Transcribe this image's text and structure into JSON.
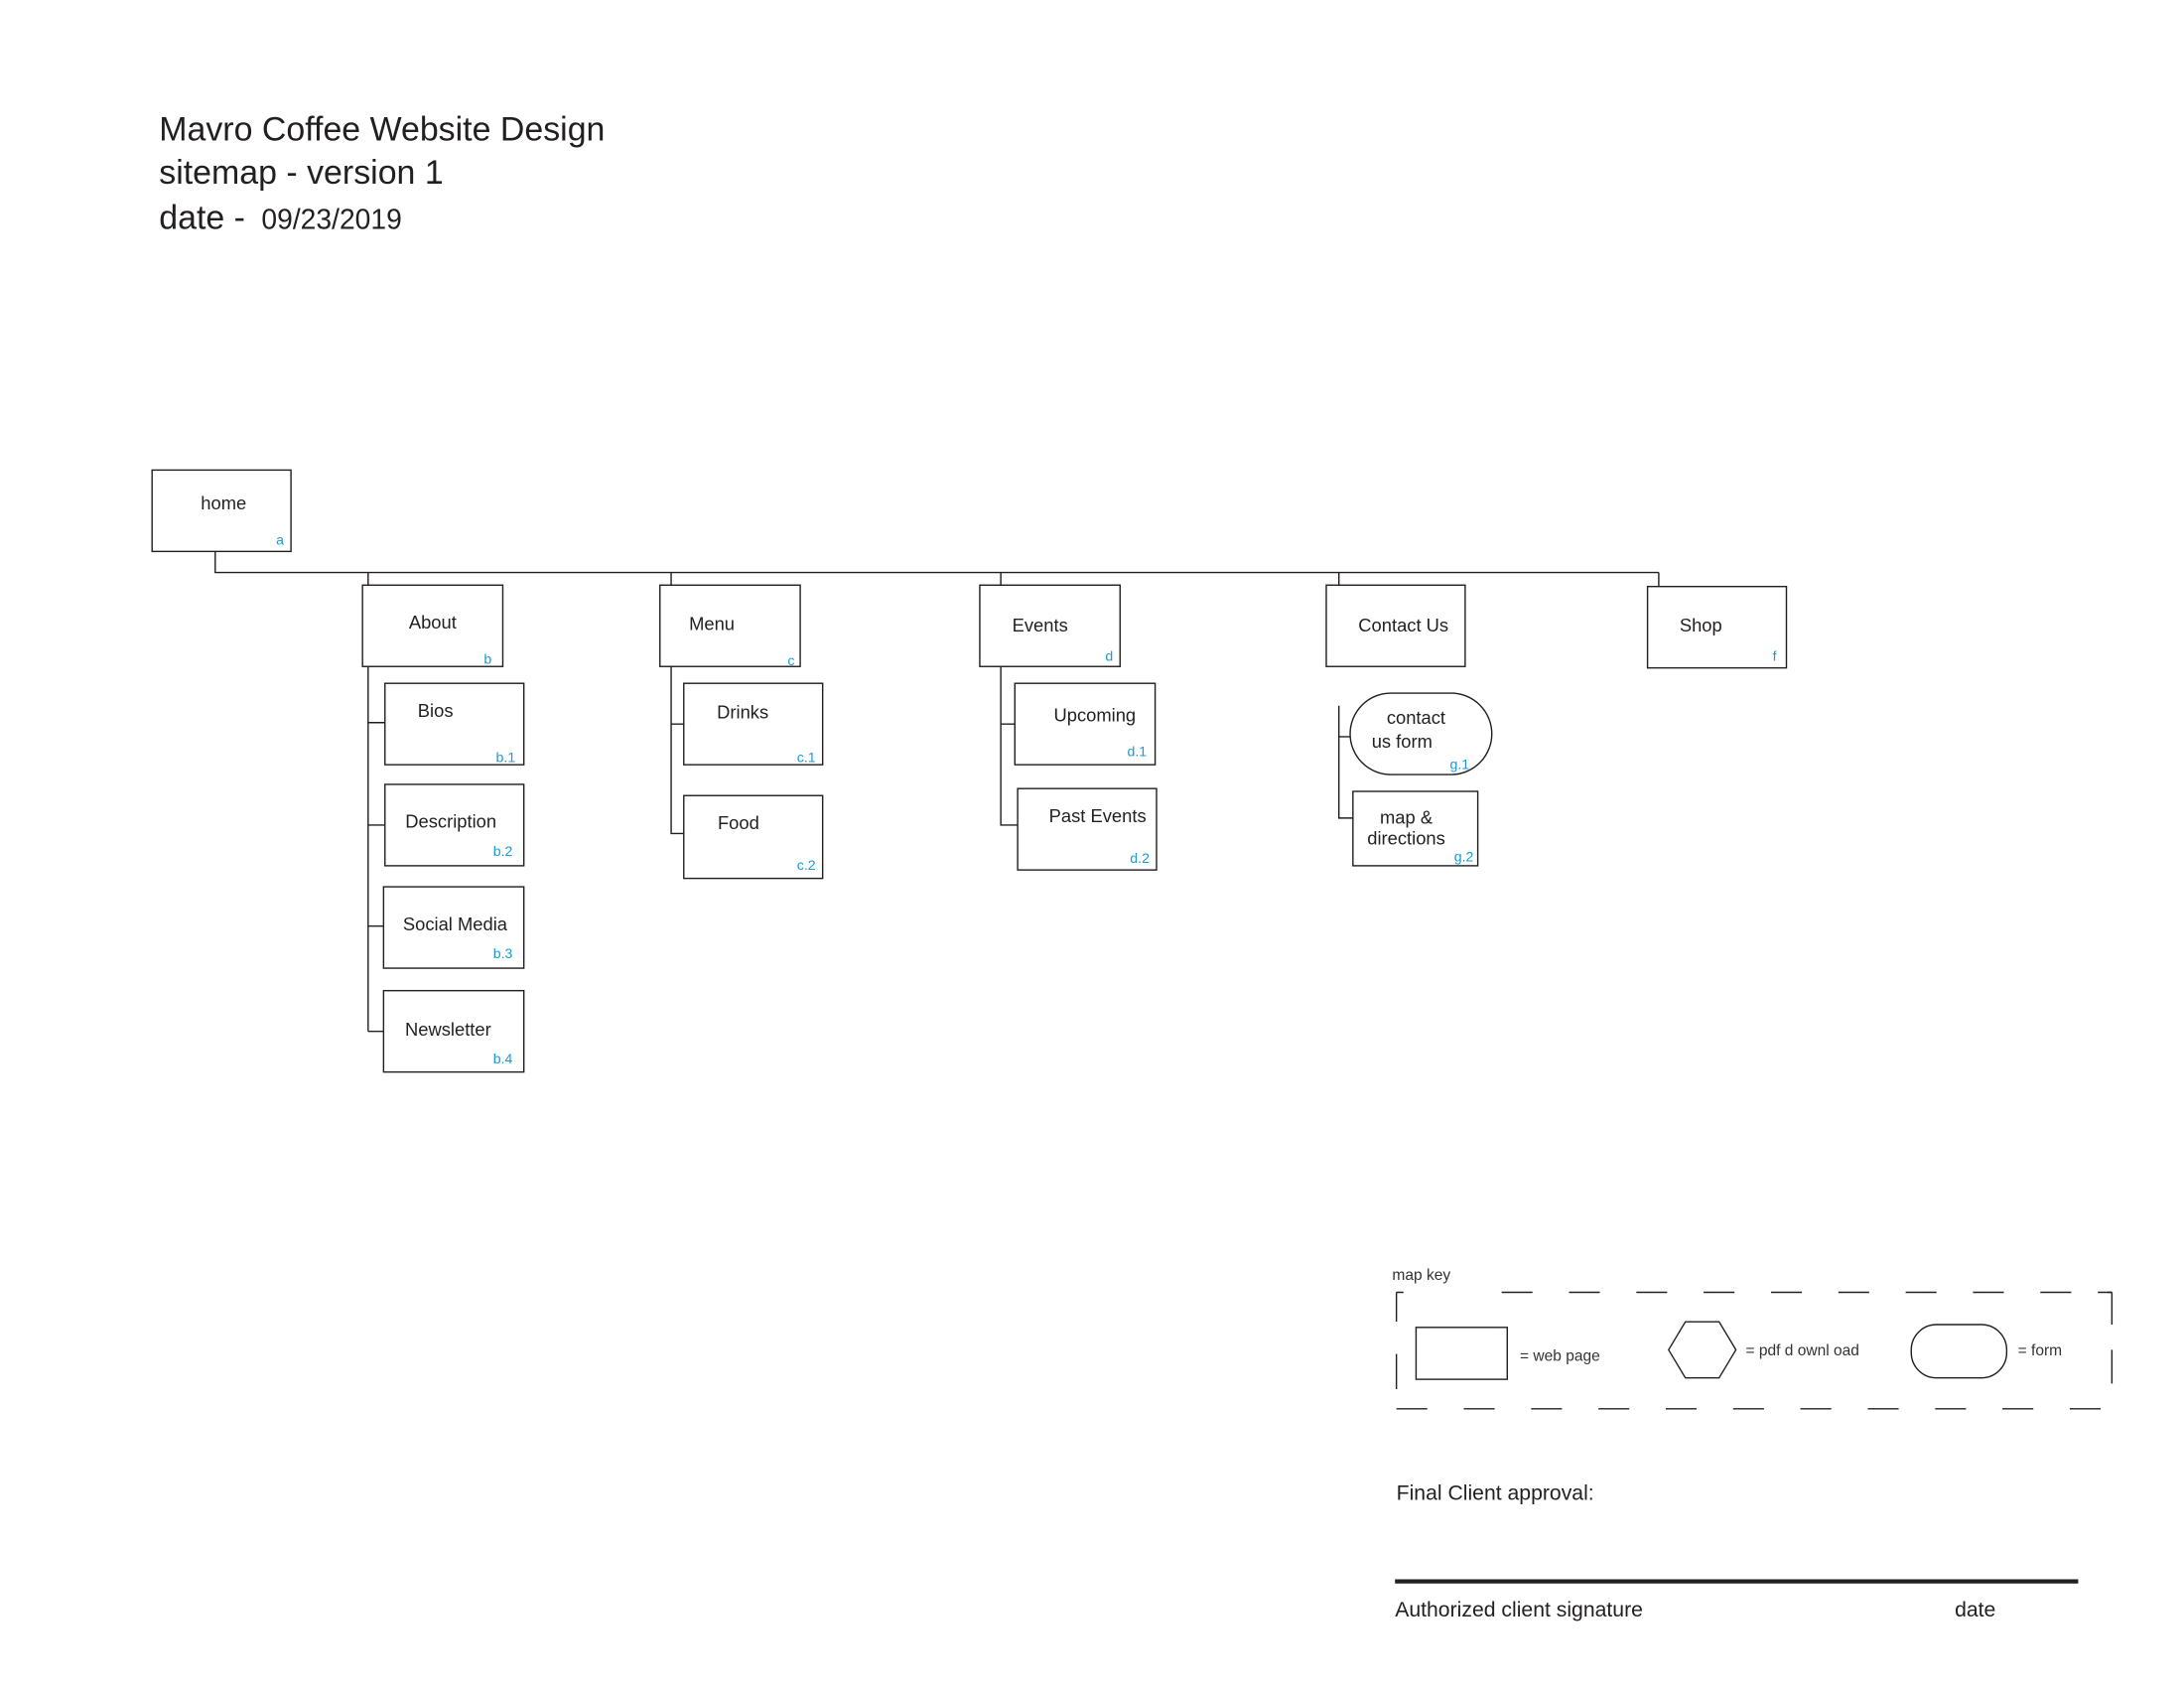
{
  "header": {
    "title": "Mavro Coffee Website Design",
    "version": "sitemap -  version 1",
    "date_label": "date -",
    "date_value": "09/23/2019"
  },
  "nodes": {
    "home": {
      "label": "home",
      "code": "a"
    },
    "about": {
      "label": "About",
      "code": "b"
    },
    "menu": {
      "label": "Menu",
      "code": "c"
    },
    "events": {
      "label": "Events",
      "code": "d"
    },
    "contact": {
      "label": "Contact Us"
    },
    "shop": {
      "label": "Shop",
      "code": "f"
    },
    "bios": {
      "label": "Bios",
      "code": "b.1"
    },
    "description": {
      "label": "Description",
      "code": "b.2"
    },
    "social": {
      "label": "Social Media",
      "code": "b.3"
    },
    "newsletter": {
      "label": "Newsletter",
      "code": "b.4"
    },
    "drinks": {
      "label": "Drinks",
      "code": "c.1"
    },
    "food": {
      "label": "Food",
      "code": "c.2"
    },
    "upcoming": {
      "label": "Upcoming",
      "code": "d.1"
    },
    "past": {
      "label": "Past Events",
      "code": "d.2"
    },
    "contact_form": {
      "line1": "contact",
      "line2": "us form",
      "code": "g.1"
    },
    "map": {
      "line1": "map &",
      "line2": "directions",
      "code": "g.2"
    }
  },
  "key": {
    "title": "map key",
    "web_page": "= web page",
    "pdf": "= pdf d ownl oad",
    "form": "= form"
  },
  "approval": {
    "heading": "Final Client approval:",
    "signature": "Authorized client signature",
    "date": "date"
  }
}
